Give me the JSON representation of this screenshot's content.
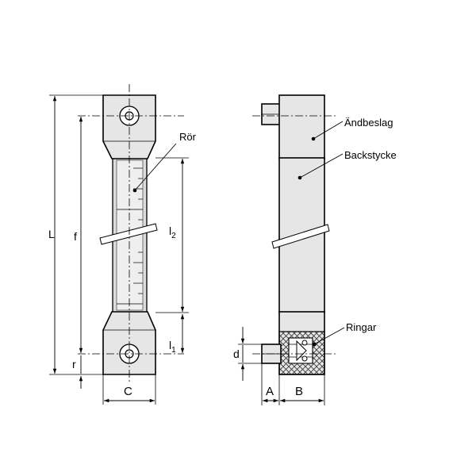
{
  "labels": {
    "rör": "Rör",
    "andbeslag": "Ändbeslag",
    "backstycke": "Backstycke",
    "ringar": "Ringar"
  },
  "dimensions": {
    "L": "L",
    "f": "f",
    "l2": "l",
    "l2_sub": "2",
    "l1": "l",
    "l1_sub": "1",
    "r": "r",
    "C": "C",
    "d": "d",
    "A": "A",
    "B": "B"
  }
}
